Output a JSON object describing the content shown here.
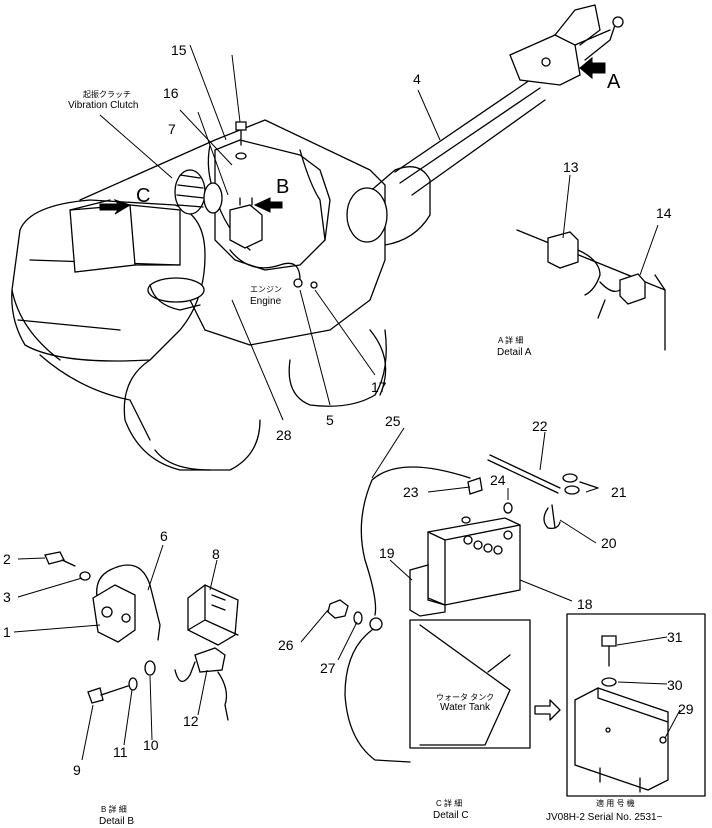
{
  "labels": {
    "vibration_clutch_jp": "起振クラッチ",
    "vibration_clutch": "Vibration Clutch",
    "engine_jp": "エンジン",
    "engine": "Engine",
    "detail_a_jp": "A 詳 細",
    "detail_a": "Detail A",
    "detail_b_jp": "B 詳 細",
    "detail_b": "Detail B",
    "detail_c_jp": "C 詳 細",
    "detail_c": "Detail C",
    "water_tank_jp": "ウォータ タンク",
    "water_tank": "Water Tank",
    "serial_jp": "適 用 号 機",
    "serial": "JV08H-2 Serial No. 2531~"
  },
  "view_arrows": {
    "a": "A",
    "b": "B",
    "c": "C"
  },
  "callouts": {
    "n1": "1",
    "n2": "2",
    "n3": "3",
    "n4": "4",
    "n5": "5",
    "n6": "6",
    "n7": "7",
    "n8": "8",
    "n9": "9",
    "n10": "10",
    "n11": "11",
    "n12": "12",
    "n13": "13",
    "n14": "14",
    "n15": "15",
    "n16": "16",
    "n17": "17",
    "n18": "18",
    "n19": "19",
    "n20": "20",
    "n21": "21",
    "n22": "22",
    "n23": "23",
    "n24": "24",
    "n25": "25",
    "n26": "26",
    "n27": "27",
    "n28": "28",
    "n29": "29",
    "n30": "30",
    "n31": "31"
  }
}
